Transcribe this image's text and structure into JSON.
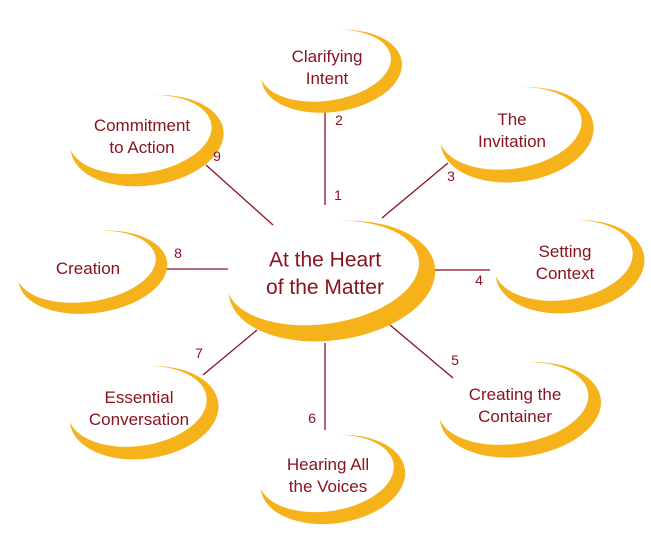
{
  "center": {
    "lines": [
      "At the Heart",
      "of the Matter"
    ]
  },
  "nodes": [
    {
      "id": "clarifying-intent",
      "number": "2",
      "lines": [
        "Clarifying",
        "Intent"
      ]
    },
    {
      "id": "the-invitation",
      "number": "3",
      "lines": [
        "The",
        "Invitation"
      ]
    },
    {
      "id": "setting-context",
      "number": "4",
      "lines": [
        "Setting",
        "Context"
      ]
    },
    {
      "id": "creating-the-container",
      "number": "5",
      "lines": [
        "Creating the",
        "Container"
      ]
    },
    {
      "id": "hearing-all-the-voices",
      "number": "6",
      "lines": [
        "Hearing All",
        "the Voices"
      ]
    },
    {
      "id": "essential-conversation",
      "number": "7",
      "lines": [
        "Essential",
        "Conversation"
      ]
    },
    {
      "id": "creation",
      "number": "8",
      "lines": [
        "Creation"
      ]
    },
    {
      "id": "commitment-to-action",
      "number": "9",
      "lines": [
        "Commitment",
        "to Action"
      ]
    }
  ],
  "extra_numbers": [
    "1"
  ],
  "colors": {
    "swoosh": "#f5b21b",
    "text": "#8a1320",
    "line": "#8a1320"
  }
}
